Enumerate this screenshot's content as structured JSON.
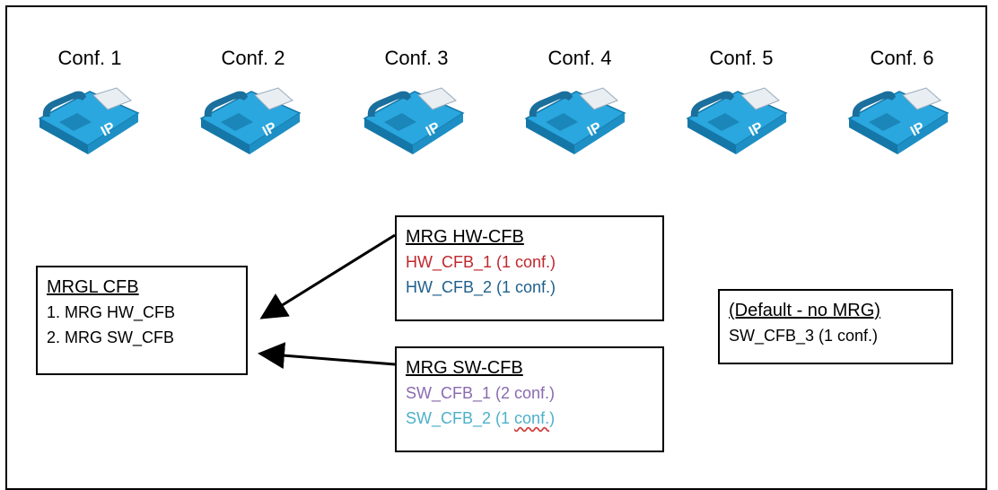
{
  "phones": [
    {
      "label": "Conf. 1"
    },
    {
      "label": "Conf. 2"
    },
    {
      "label": "Conf. 3"
    },
    {
      "label": "Conf. 4"
    },
    {
      "label": "Conf. 5"
    },
    {
      "label": "Conf. 6"
    }
  ],
  "phone_badge": "IP",
  "mrgl": {
    "title": "MRGL CFB",
    "items": [
      "1. MRG HW_CFB",
      "2. MRG SW_CFB"
    ]
  },
  "mrg_hw": {
    "title": "MRG HW-CFB",
    "items": [
      "HW_CFB_1 (1 conf.)",
      "HW_CFB_2 (1 conf.)"
    ]
  },
  "mrg_sw": {
    "title": "MRG SW-CFB",
    "item1": "SW_CFB_1 (2 conf.)",
    "item2_main": "SW_CFB_2 (1 ",
    "item2_squiggle": "conf.",
    "item2_end": ")"
  },
  "default": {
    "title": "(Default - no MRG)",
    "items": [
      "SW_CFB_3 (1 conf.)"
    ]
  },
  "colors": {
    "phone_body": "#2aa7de",
    "phone_dark": "#1577a8",
    "hw1": "#c0272d",
    "hw2": "#1f5f8b",
    "sw1": "#8a6bb0",
    "sw2": "#4cb0c9"
  }
}
